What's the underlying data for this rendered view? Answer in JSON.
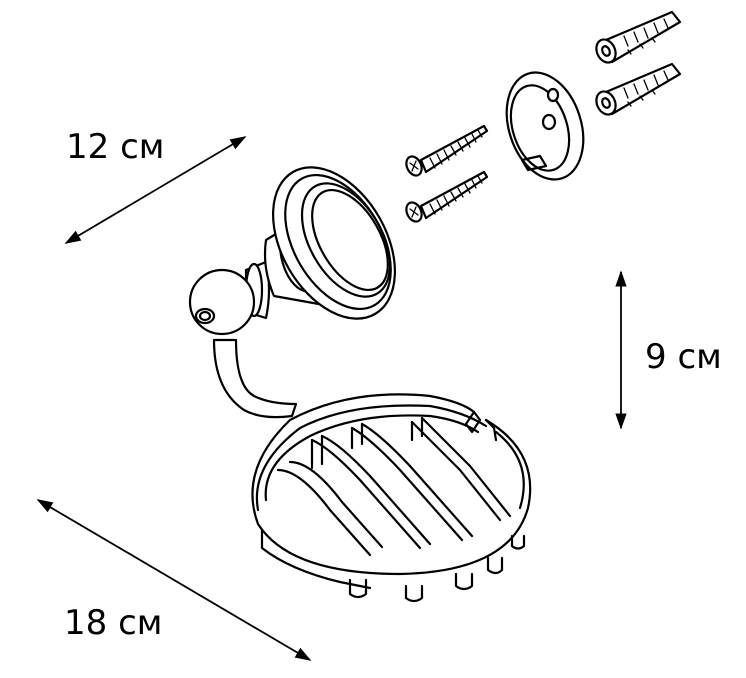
{
  "dimensions": {
    "depth": "12 см",
    "height": "9 см",
    "width": "18 см"
  }
}
